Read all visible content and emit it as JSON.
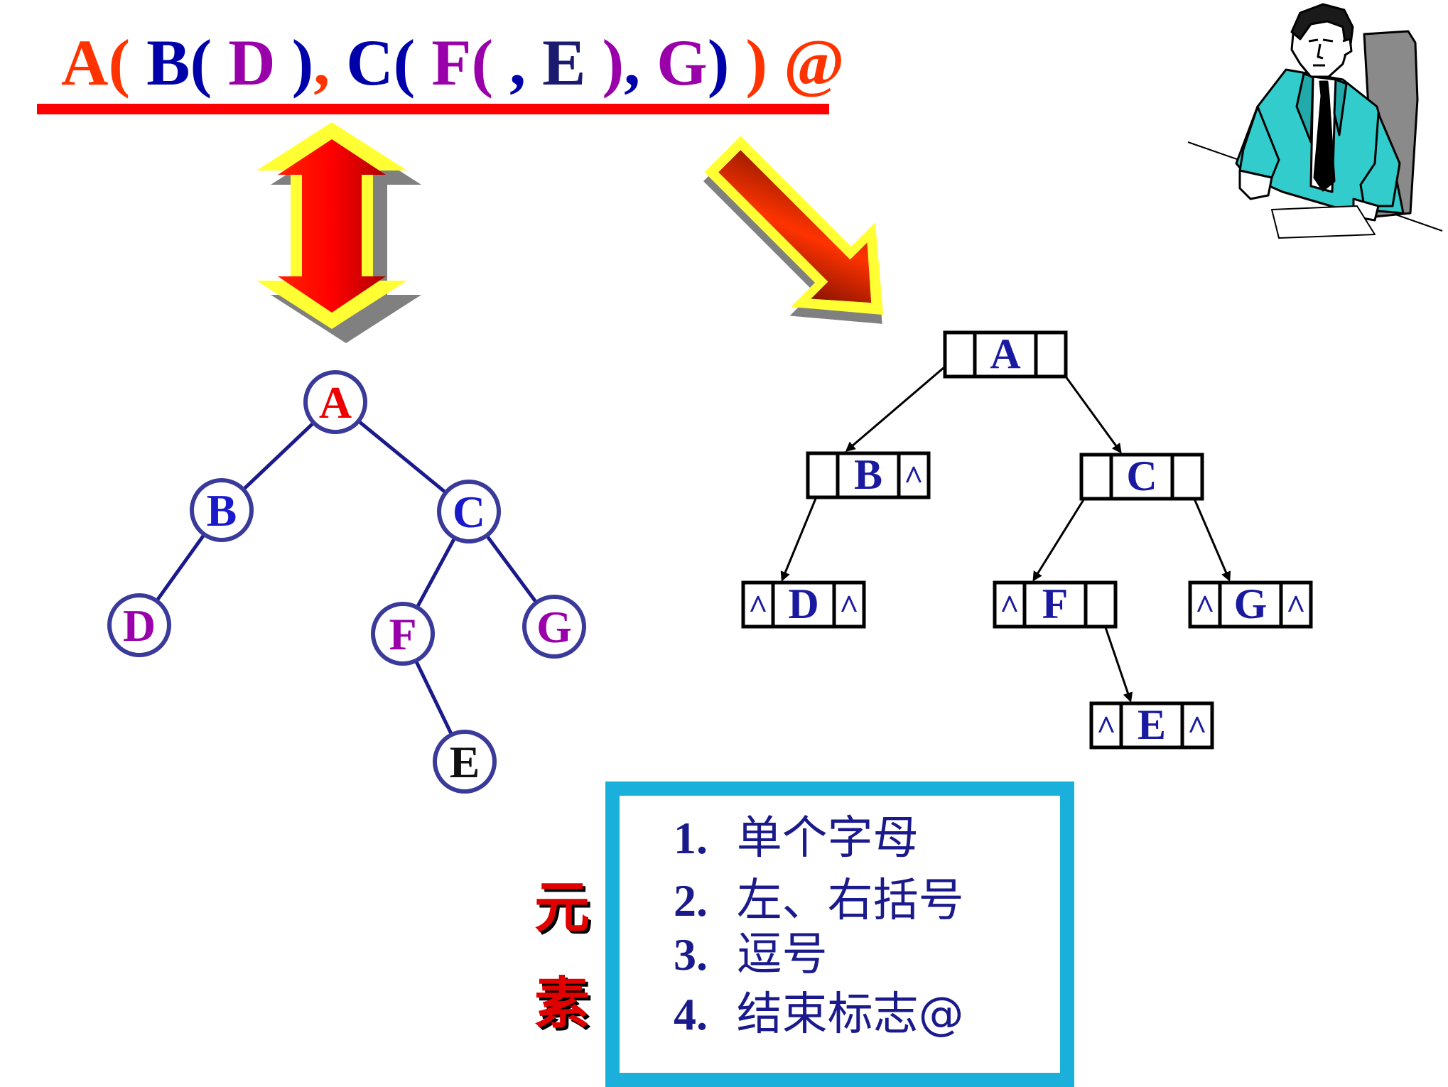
{
  "expression": {
    "tokens": [
      {
        "text": "A",
        "color": "#ff3300"
      },
      {
        "text": "( ",
        "color": "#ff3300"
      },
      {
        "text": "B",
        "color": "#0000aa"
      },
      {
        "text": "( ",
        "color": "#0000aa"
      },
      {
        "text": "D",
        "color": "#9900aa"
      },
      {
        "text": " )",
        "color": "#0000aa"
      },
      {
        "text": ", ",
        "color": "#ff3300"
      },
      {
        "text": "C",
        "color": "#0000aa"
      },
      {
        "text": "( ",
        "color": "#0000aa"
      },
      {
        "text": "F",
        "color": "#9900aa"
      },
      {
        "text": "( ",
        "color": "#9900aa"
      },
      {
        "text": ", ",
        "color": "#0000aa"
      },
      {
        "text": "E",
        "color": "#1a1a6e"
      },
      {
        "text": " )",
        "color": "#9900aa"
      },
      {
        "text": ", ",
        "color": "#0000aa"
      },
      {
        "text": "G",
        "color": "#9900aa"
      },
      {
        "text": ") ",
        "color": "#0000aa"
      },
      {
        "text": ") ",
        "color": "#ff3300"
      },
      {
        "text": "@",
        "color": "#ff3300"
      }
    ]
  },
  "tree": {
    "nodes": [
      {
        "id": "A",
        "label": "A",
        "color": "#ee0000"
      },
      {
        "id": "B",
        "label": "B",
        "color": "#1a1acc"
      },
      {
        "id": "C",
        "label": "C",
        "color": "#1a1acc"
      },
      {
        "id": "D",
        "label": "D",
        "color": "#9900aa"
      },
      {
        "id": "F",
        "label": "F",
        "color": "#9900aa"
      },
      {
        "id": "G",
        "label": "G",
        "color": "#9900aa"
      },
      {
        "id": "E",
        "label": "E",
        "color": "#111111"
      }
    ],
    "edges": [
      [
        "A",
        "B"
      ],
      [
        "A",
        "C"
      ],
      [
        "B",
        "D"
      ],
      [
        "C",
        "F"
      ],
      [
        "C",
        "G"
      ],
      [
        "F",
        "E"
      ]
    ],
    "line_color": "#1a1a8c"
  },
  "linked": {
    "null_symbol": "^",
    "nodes": [
      {
        "id": "A",
        "label": "A",
        "left_null": false,
        "right_null": false
      },
      {
        "id": "B",
        "label": "B",
        "left_null": false,
        "right_null": true
      },
      {
        "id": "C",
        "label": "C",
        "left_null": false,
        "right_null": false
      },
      {
        "id": "D",
        "label": "D",
        "left_null": true,
        "right_null": true
      },
      {
        "id": "F",
        "label": "F",
        "left_null": true,
        "right_null": false
      },
      {
        "id": "G",
        "label": "G",
        "left_null": true,
        "right_null": true
      },
      {
        "id": "E",
        "label": "E",
        "left_null": true,
        "right_null": true
      }
    ],
    "text_color": "#1a1aa0"
  },
  "side_label": {
    "line1": "元",
    "line2": "素"
  },
  "legend": {
    "items": [
      {
        "num": "1.",
        "text": "单个字母"
      },
      {
        "num": "2.",
        "text": "左、右括号"
      },
      {
        "num": "3.",
        "text": "逗号"
      },
      {
        "num": "4.",
        "text": "结束标志@"
      }
    ]
  }
}
